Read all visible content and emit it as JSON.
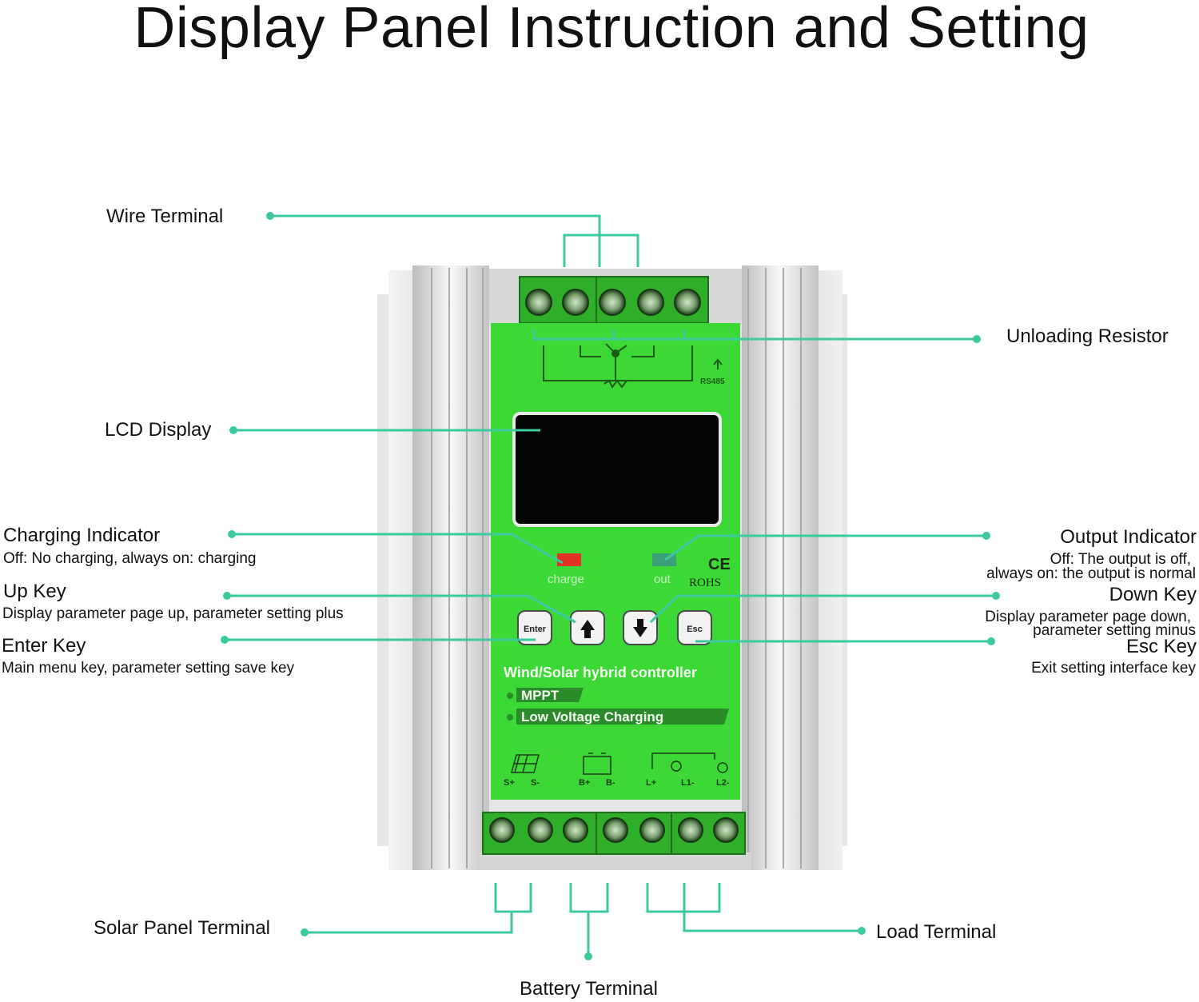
{
  "title": "Display Panel Instruction and Setting",
  "accent_color": "#3cc9a0",
  "panel_color": "#3cd936",
  "callouts": {
    "wire_terminal": "Wire Terminal",
    "unloading_resistor": "Unloading Resistor",
    "lcd_display": "LCD Display",
    "charging_indicator": "Charging Indicator",
    "charging_indicator_desc": "Off: No charging, always on: charging",
    "output_indicator": "Output Indicator",
    "output_indicator_desc_1": "Off: The output is off,",
    "output_indicator_desc_2": "always on: the output is normal",
    "up_key": "Up Key",
    "up_key_desc": "Display parameter page up, parameter setting plus",
    "down_key": "Down Key",
    "down_key_desc_1": "Display parameter page down,",
    "down_key_desc_2": "parameter setting minus",
    "enter_key": "Enter Key",
    "enter_key_desc": "Main menu key, parameter setting save key",
    "esc_key": "Esc Key",
    "esc_key_desc": "Exit setting interface key",
    "solar_panel_terminal": "Solar Panel Terminal",
    "battery_terminal": "Battery Terminal",
    "load_terminal": "Load Terminal"
  },
  "device": {
    "rs485_label": "RS485",
    "charge_label": "charge",
    "out_label": "out",
    "ce_label": "CE",
    "rohs_label": "ROHS",
    "enter_btn": "Enter",
    "esc_btn": "Esc",
    "up_arrow": "🡑",
    "down_arrow": "🡓",
    "controller_name": "Wind/Solar hybrid controller",
    "feature_1": "MPPT",
    "feature_2": "Low Voltage Charging",
    "terminals": {
      "s_plus": "S+",
      "s_minus": "S-",
      "b_plus": "B+",
      "b_minus": "B-",
      "l_plus": "L+",
      "l1_minus": "L1-",
      "l2_minus": "L2-"
    }
  }
}
